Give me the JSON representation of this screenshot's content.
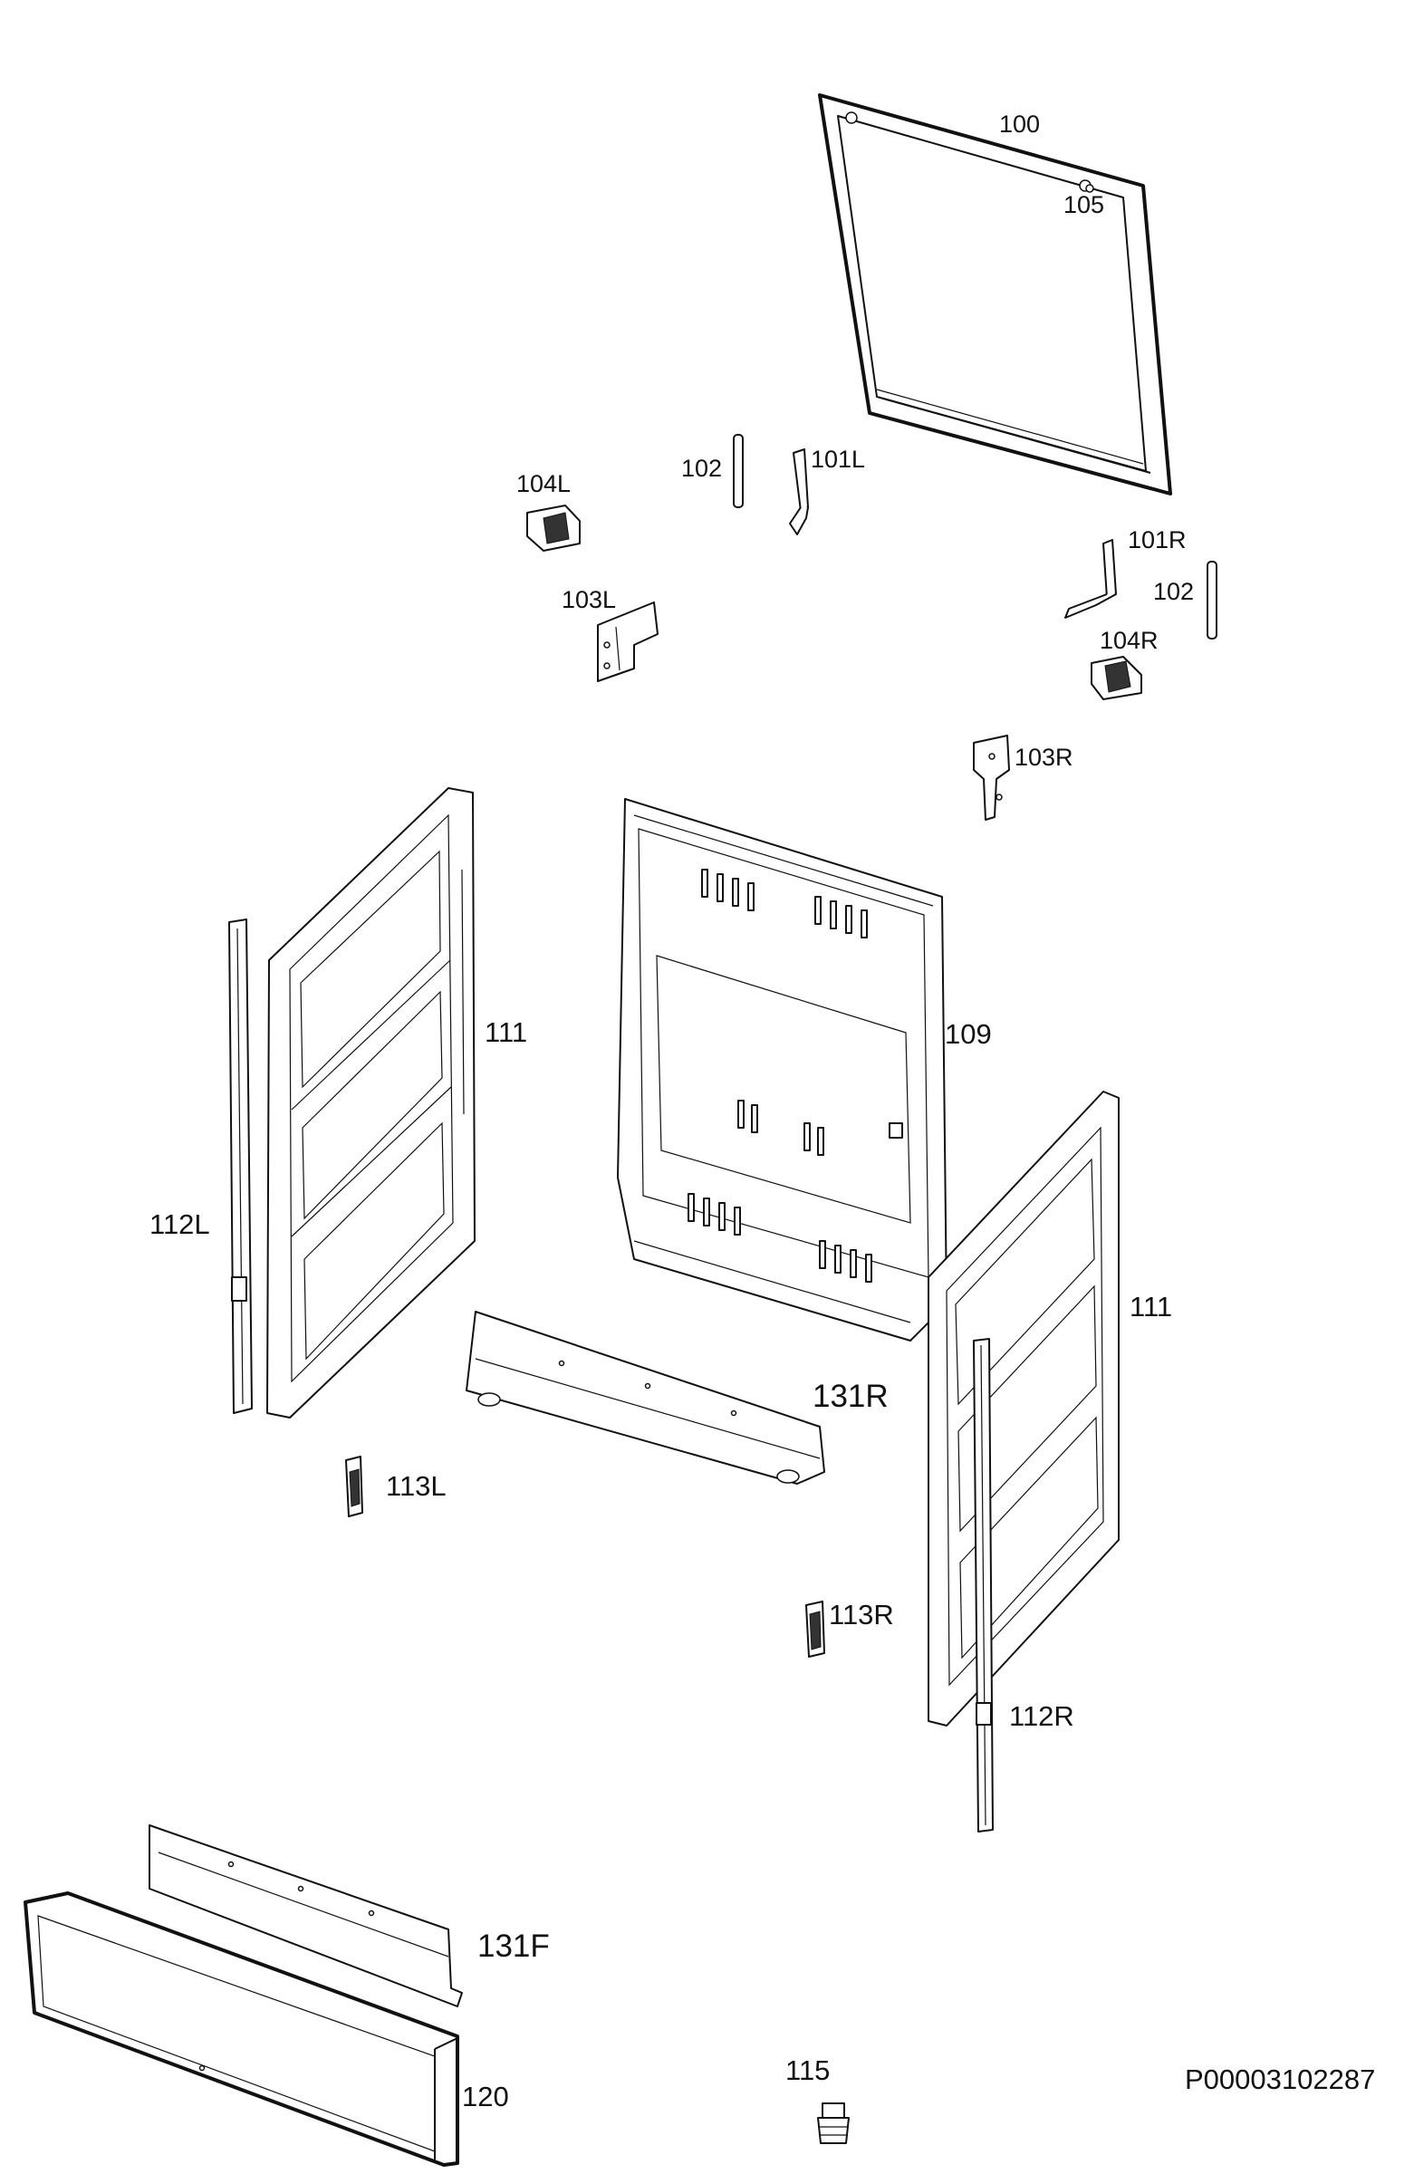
{
  "diagram": {
    "reference_code": "P00003102287",
    "labels": {
      "p100": "100",
      "p105": "105",
      "p102a": "102",
      "p101L": "101L",
      "p104L": "104L",
      "p101R": "101R",
      "p102b": "102",
      "p103L": "103L",
      "p104R": "104R",
      "p103R": "103R",
      "p111a": "111",
      "p109": "109",
      "p112L": "112L",
      "p111b": "111",
      "p131R": "131R",
      "p113L": "113L",
      "p113R": "113R",
      "p112R": "112R",
      "p131F": "131F",
      "p115": "115",
      "p120": "120"
    }
  }
}
